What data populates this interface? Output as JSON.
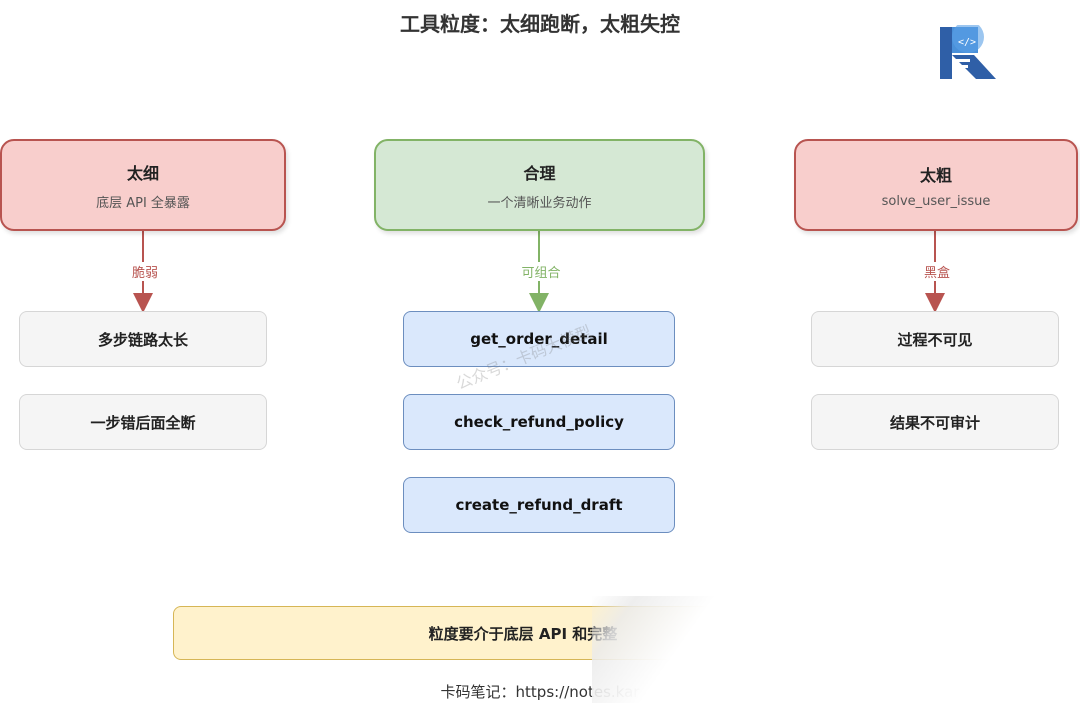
{
  "title": "工具粒度：太细跑断，太粗失控",
  "columns": [
    {
      "heading": "太细",
      "subtitle": "底层 API 全暴露",
      "edge_label": "脆弱",
      "items": [
        "多步链路太长",
        "一步错后面全断"
      ]
    },
    {
      "heading": "合理",
      "subtitle": "一个清晰业务动作",
      "edge_label": "可组合",
      "items": [
        "get_order_detail",
        "check_refund_policy",
        "create_refund_draft"
      ]
    },
    {
      "heading": "太粗",
      "subtitle": "solve_user_issue",
      "edge_label": "黑盒",
      "items": [
        "过程不可见",
        "结果不可审计"
      ]
    }
  ],
  "summary": "粒度要介于底层 API 和完整",
  "footer": "卡码笔记：https://notes.kar",
  "watermark": "公众号：卡码大模型",
  "logo_text": "</>",
  "colors": {
    "red_fill": "#f8cecc",
    "red_stroke": "#b85450",
    "green_fill": "#d5e8d4",
    "green_stroke": "#82b366",
    "blue_fill": "#dae8fc",
    "blue_stroke": "#6c8ebf",
    "gray_fill": "#f5f5f5",
    "yellow_fill": "#fff2cc"
  }
}
